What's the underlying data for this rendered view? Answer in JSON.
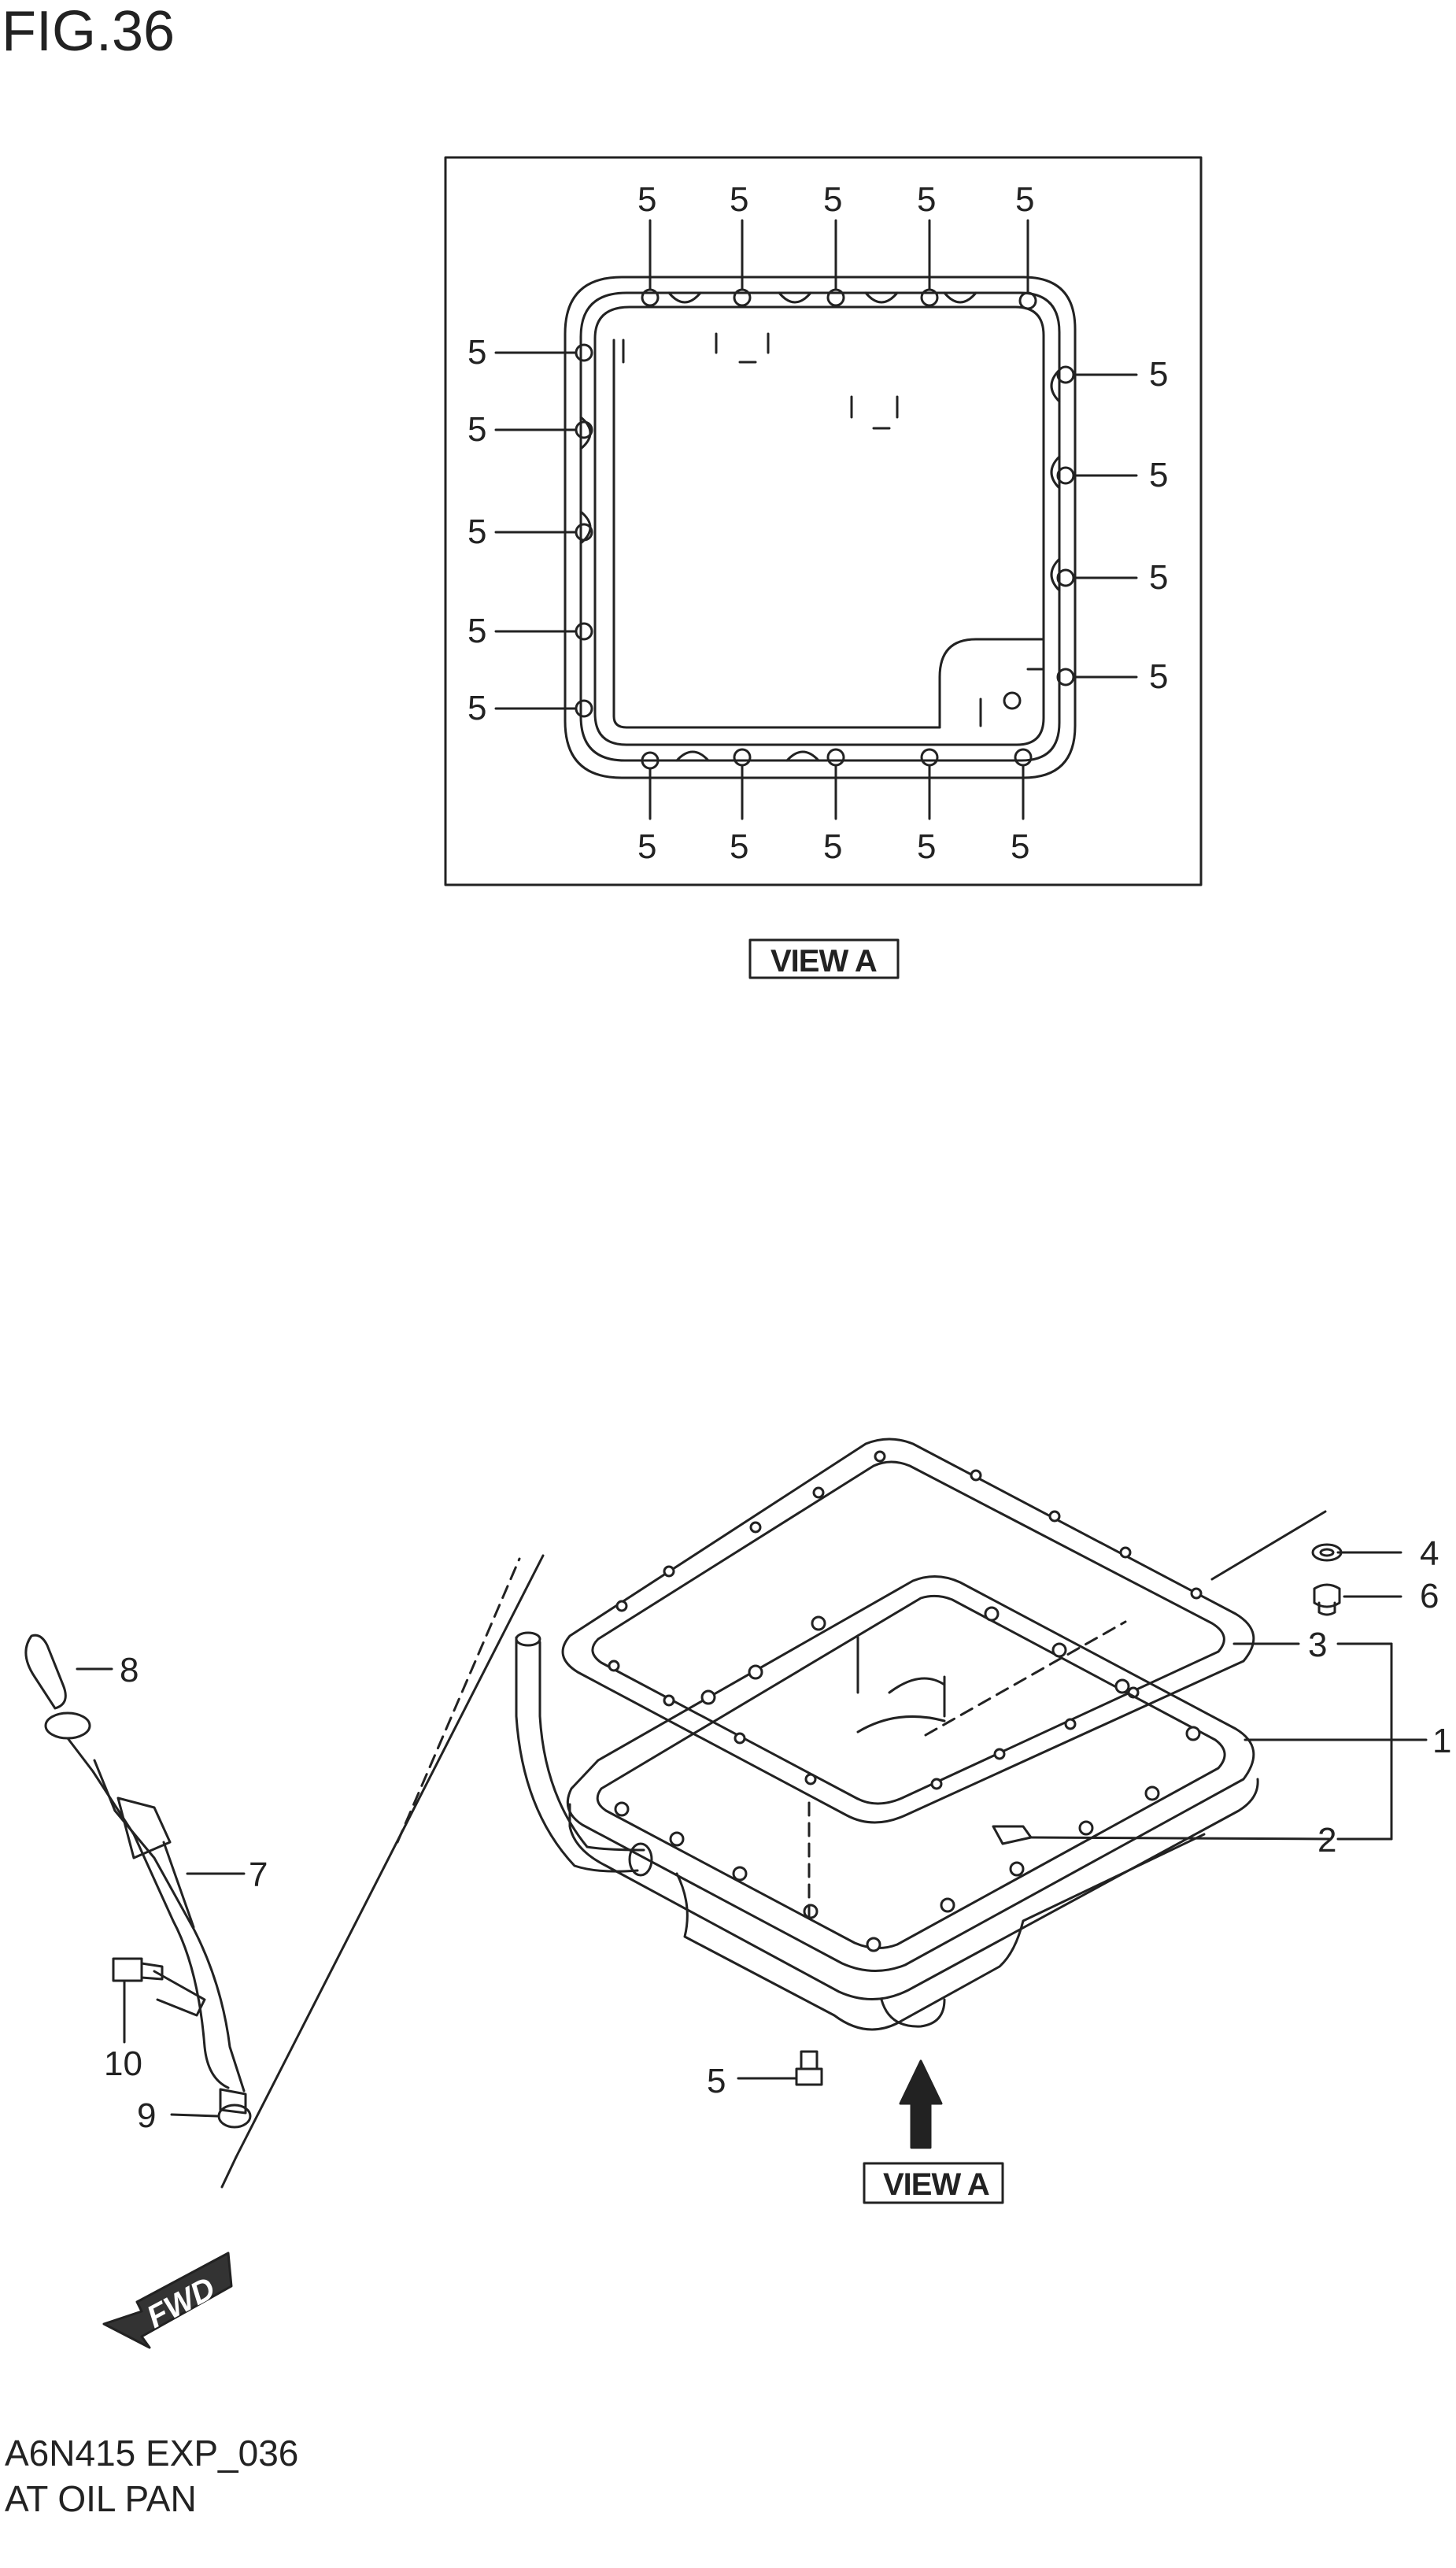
{
  "figure": {
    "title": "FIG.36",
    "code": "A6N415 EXP_036",
    "name": "AT OIL PAN"
  },
  "view_a": {
    "label": "VIEW A",
    "bolt_callout": "5"
  },
  "exploded": {
    "view_label": "VIEW A",
    "fwd_label": "FWD",
    "callouts": {
      "p1": "1",
      "p2": "2",
      "p3": "3",
      "p4": "4",
      "p5": "5",
      "p6": "6",
      "p7": "7",
      "p8": "8",
      "p9": "9",
      "p10": "10"
    }
  }
}
